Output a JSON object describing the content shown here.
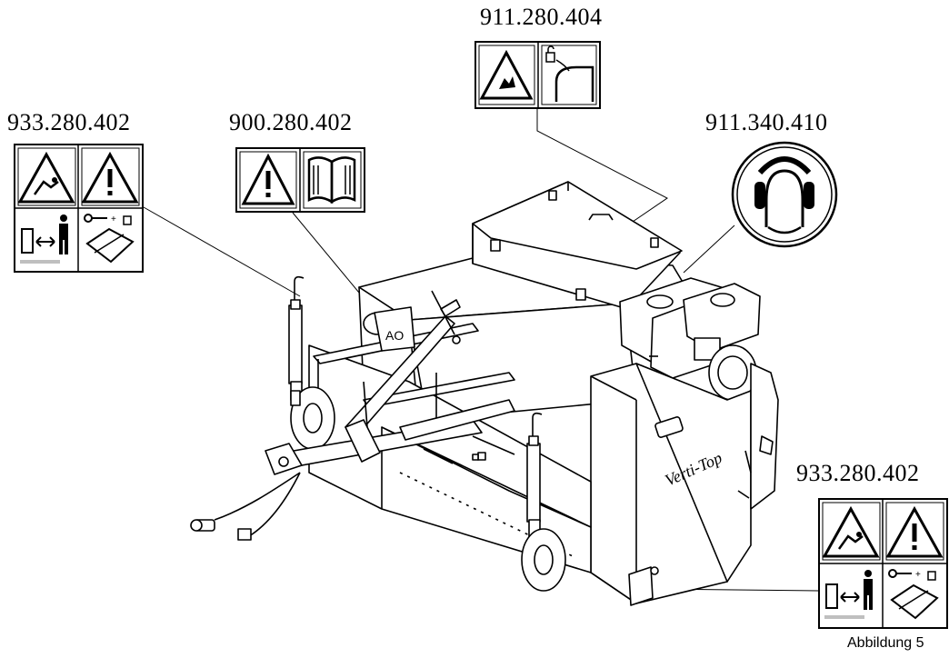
{
  "labels": {
    "top_center": "911.280.404",
    "left": "933.280.402",
    "center_left": "900.280.402",
    "right_top": "911.340.410",
    "bottom_right": "933.280.402"
  },
  "machine_brand": "Verti-Top",
  "caption": "Abbildung 5"
}
